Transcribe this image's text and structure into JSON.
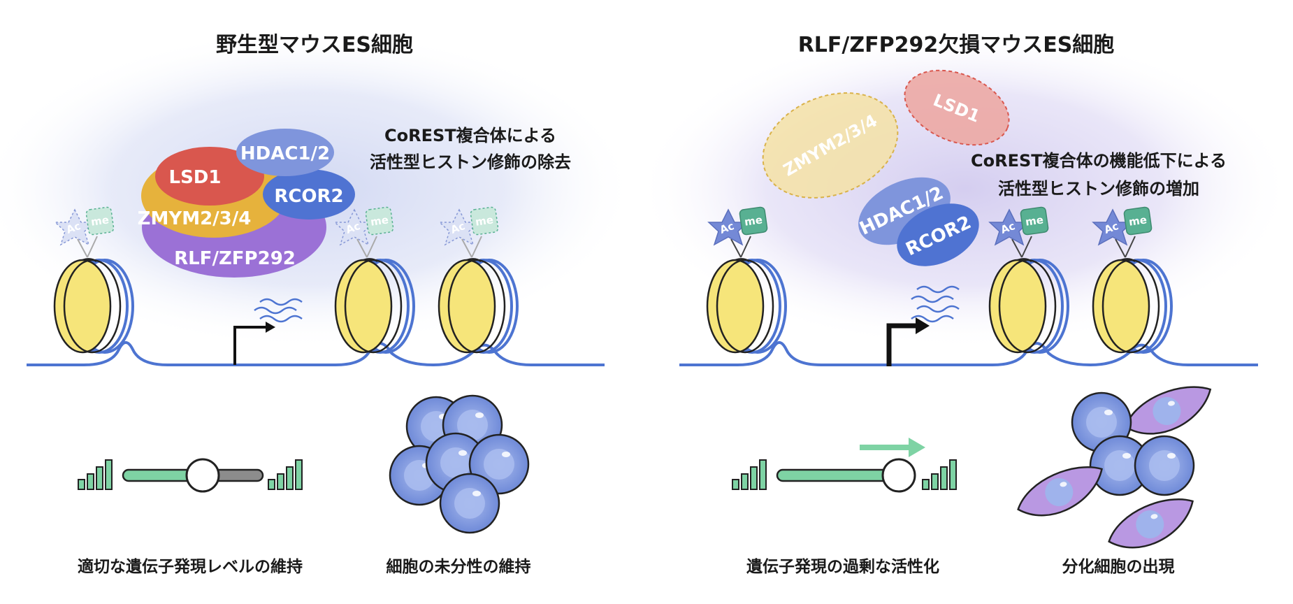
{
  "panels": {
    "wildtype": {
      "title": "野生型マウスES細胞",
      "note": [
        "CoREST複合体による",
        "活性型ヒストン修飾の除去"
      ],
      "complex": {
        "hdac": "HDAC1/2",
        "lsd": "LSD1",
        "rcor": "RCOR2",
        "zmym": "ZMYM2/3/4",
        "rlf": "RLF/ZFP292"
      },
      "caption_expression": "適切な遺伝子発現レベルの維持",
      "caption_cells": "細胞の未分性の維持"
    },
    "knockout": {
      "title": "RLF/ZFP292欠損マウスES細胞",
      "note": [
        "CoREST複合体の機能低下による",
        "活性型ヒストン修飾の増加"
      ],
      "complex": {
        "zmym": "ZMYM2/3/4",
        "lsd": "LSD1",
        "hdac": "HDAC1/2",
        "rcor": "RCOR2"
      },
      "caption_expression": "遺伝子発現の過剰な活性化",
      "caption_cells": "分化細胞の出現"
    }
  },
  "marks": {
    "acetyl": "Ac",
    "methyl": "me"
  },
  "colors": {
    "lsd1": "#d9574e",
    "hdac": "#7f95dc",
    "rcor": "#4f73d2",
    "zmym": "#e6b23c",
    "rlf": "#9b71d6",
    "nucleosome": "#f6e57a",
    "dna": "#4d74d1",
    "acetyl": "#7489d6",
    "methyl": "#58b092",
    "expression_bar": "#7ed3a4",
    "es_cell": "#7b95de",
    "differentiated_cell": "#b998e2"
  }
}
